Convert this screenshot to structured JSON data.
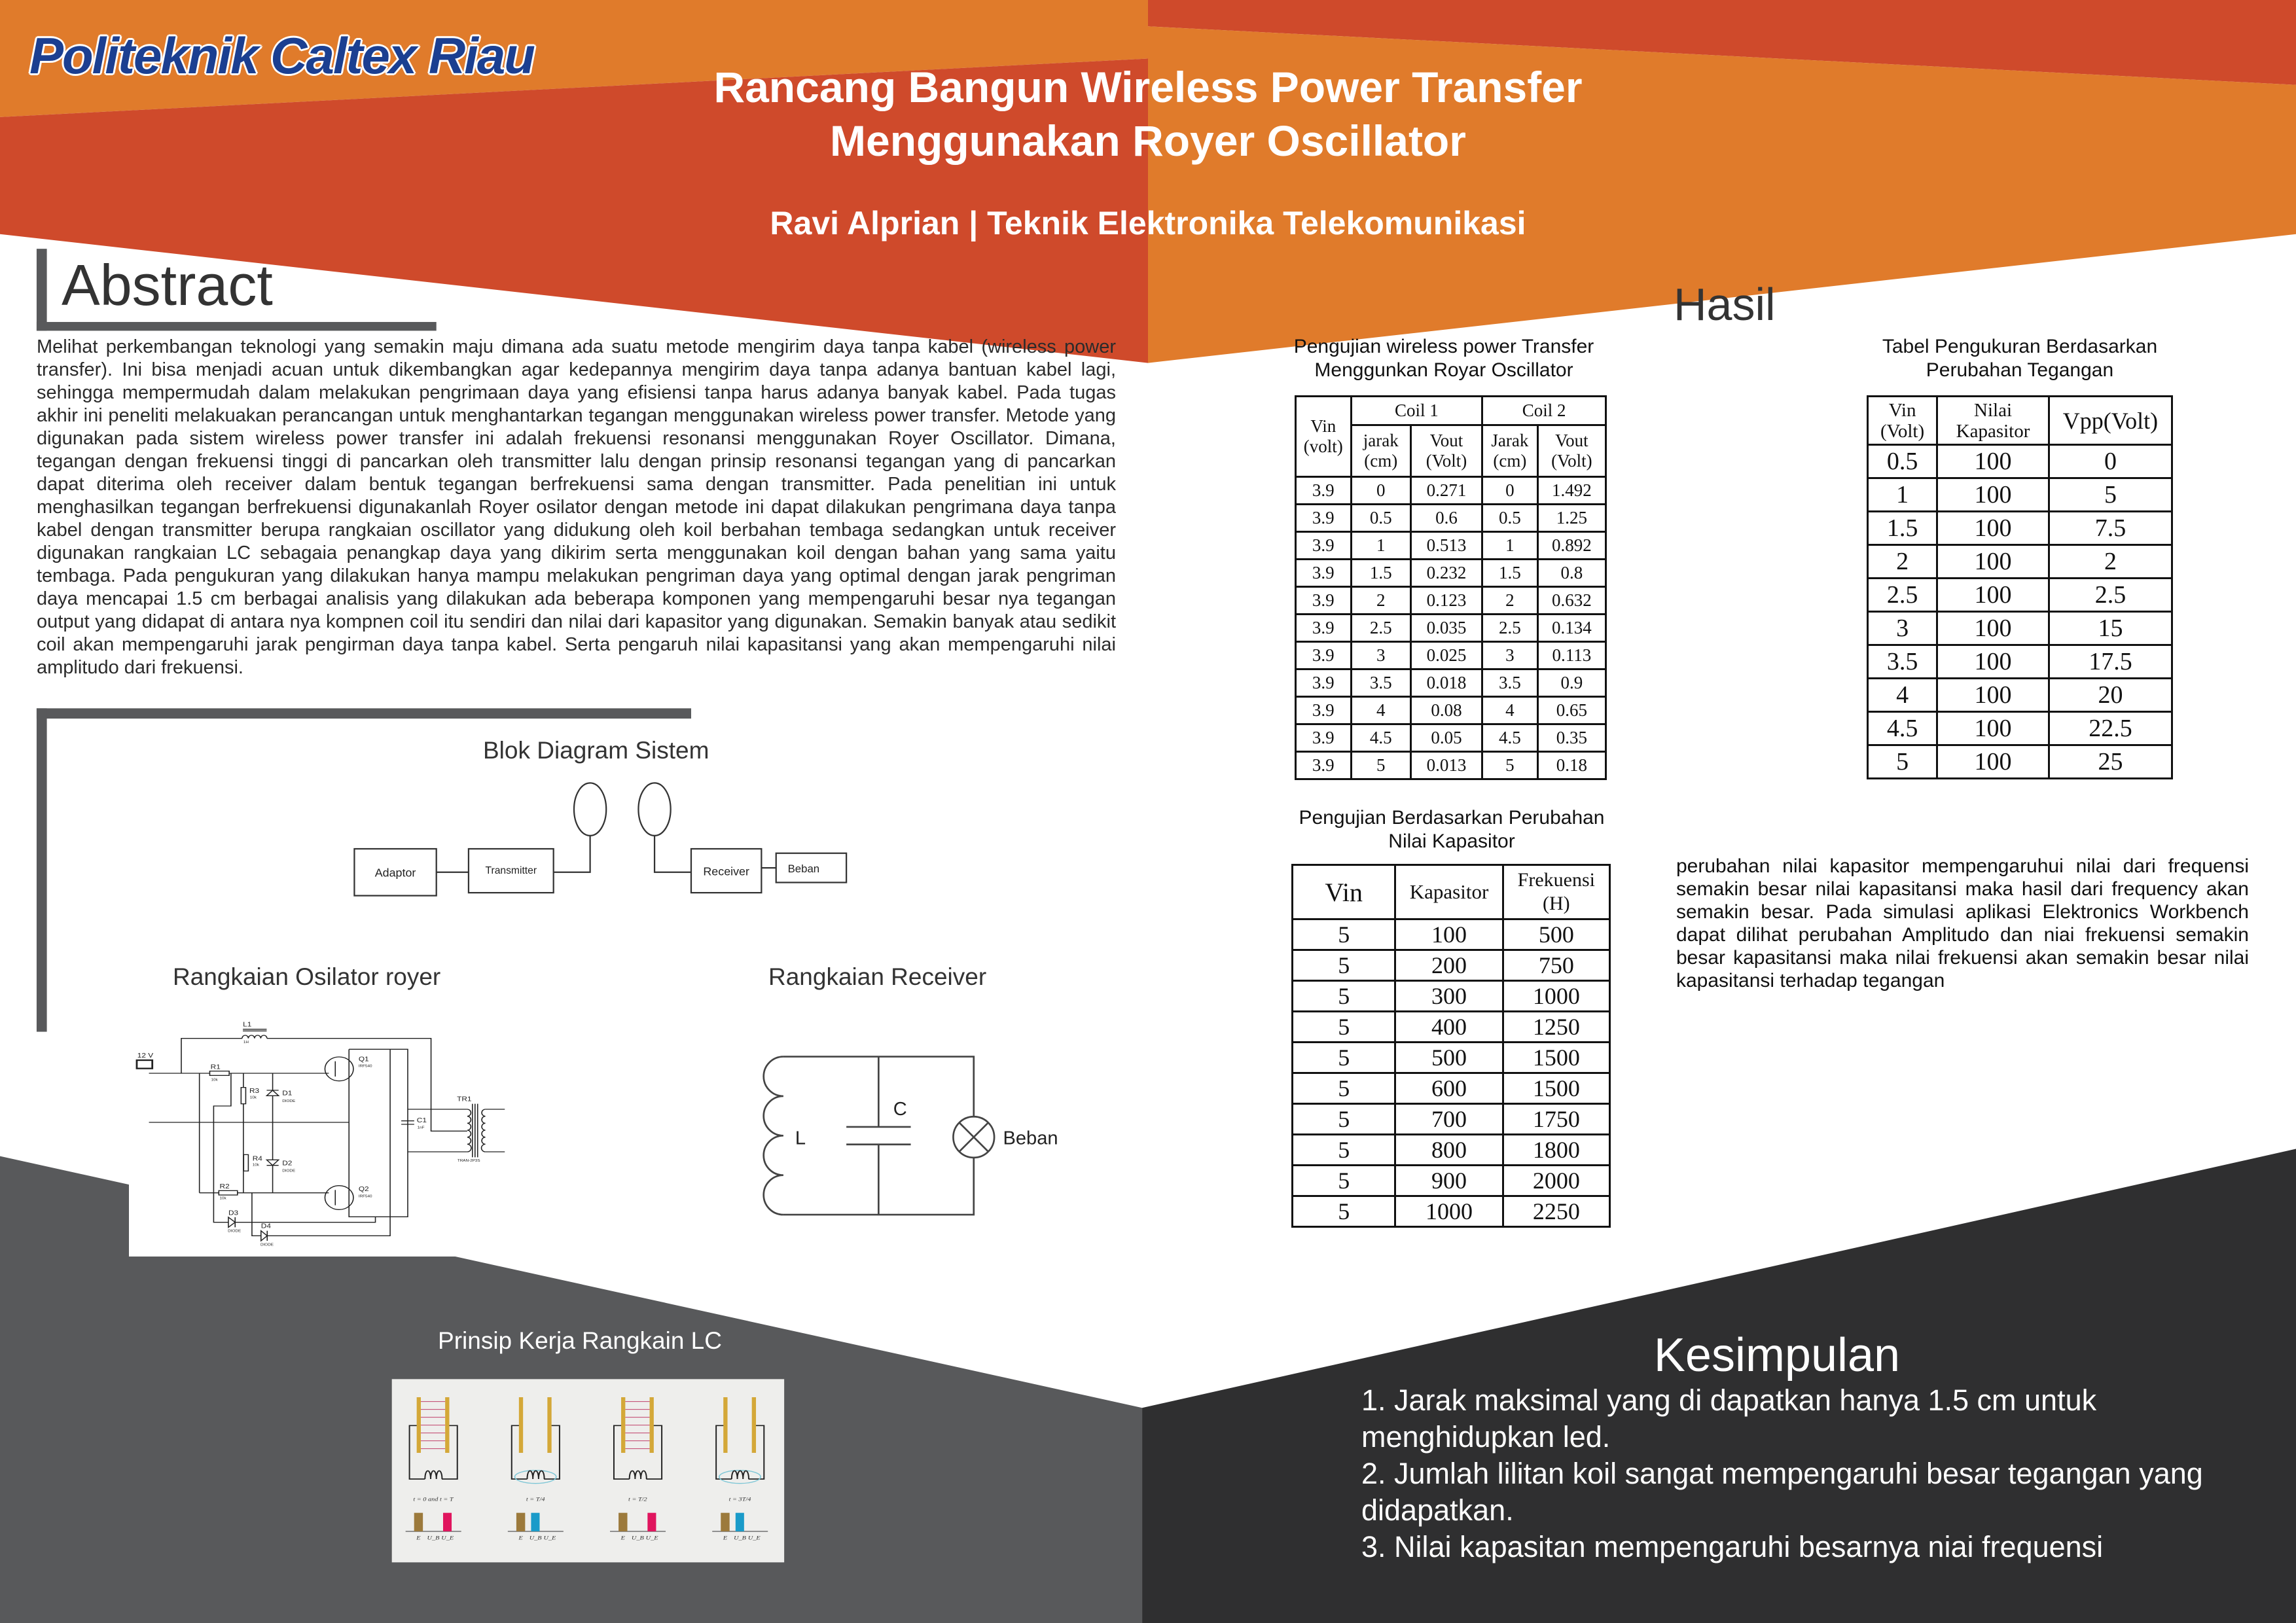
{
  "header": {
    "logo": "Politeknik Caltex Riau",
    "title_line1": "Rancang Bangun Wireless Power Transfer",
    "title_line2": "Menggunakan Royer Oscillator",
    "author": "Ravi Alprian | Teknik Elektronika Telekomunikasi"
  },
  "colors": {
    "orange": "#e07b2b",
    "red": "#cf4a2b",
    "gray": "#58595b",
    "dark": "#2f2f30",
    "logo_blue": "#1b3f91"
  },
  "abstract": {
    "heading": "Abstract",
    "text": "Melihat perkembangan teknologi yang semakin maju dimana ada suatu metode mengirim daya tanpa kabel (wireless power transfer). Ini bisa menjadi acuan untuk dikembangkan agar kedepannya mengirim daya tanpa adanya bantuan kabel lagi, sehingga mempermudah dalam melakukan pengrimaan daya yang efisiensi tanpa harus adanya banyak kabel. Pada tugas akhir  ini peneliti melakuakan perancangan untuk menghantarkan tegangan menggunakan wireless power transfer. Metode yang digunakan pada sistem wireless power transfer ini adalah frekuensi resonansi menggunakan Royer Oscillator. Dimana, tegangan dengan frekuensi tinggi di pancarkan oleh transmitter lalu dengan prinsip resonansi tegangan yang di pancarkan dapat diterima oleh receiver dalam bentuk tegangan berfrekuensi sama dengan transmitter. Pada penelitian ini untuk menghasilkan tegangan berfrekuensi digunakanlah Royer osilator dengan metode ini dapat dilakukan pengrimana daya tanpa kabel dengan transmitter berupa rangkaian oscillator yang didukung oleh koil berbahan tembaga sedangkan untuk receiver digunakan rangkaian LC sebagaia penangkap daya yang dikirim serta menggunakan koil dengan bahan yang sama yaitu tembaga. Pada pengukuran yang dilakukan  hanya mampu melakukan pengriman daya yang optimal dengan jarak pengriman daya mencapai 1.5 cm berbagai analisis yang dilakukan ada beberapa komponen yang mempengaruhi besar nya tegangan output yang didapat di antara nya kompnen coil itu sendiri dan nilai dari kapasitor yang digunakan. Semakin banyak atau sedikit coil akan mempengaruhi jarak pengirman daya tanpa kabel. Serta pengaruh nilai kapasitansi yang akan mempengaruhi nilai amplitudo dari frekuensi."
  },
  "block_diagram": {
    "title": "Blok Diagram Sistem",
    "blocks": [
      "Adaptor",
      "Transmitter",
      "Receiver",
      "Beban"
    ]
  },
  "oscillator": {
    "title": "Rangkaian Osilator royer",
    "labels": {
      "supply": "12 V",
      "l1": "L1",
      "l1_val": "1H",
      "r1": "R1",
      "r2": "R2",
      "r3": "R3",
      "r4": "R4",
      "r_val": "10k",
      "d1": "D1",
      "d2": "D2",
      "d3": "D3",
      "d4": "D4",
      "diode": "DIODE",
      "q1": "Q1",
      "q2": "Q2",
      "q_val": "IRF540",
      "c1": "C1",
      "c1_val": "1nF",
      "tr1": "TR1",
      "tr1_val": "TRAN-2P3S"
    }
  },
  "receiver": {
    "title": "Rangkaian Receiver",
    "labels": {
      "l": "L",
      "c": "C",
      "load": "Beban"
    }
  },
  "lc_principle": {
    "title": "Prinsip Kerja Rangkain LC",
    "captions": [
      "t = 0 and t = T",
      "t = T/4",
      "t = T/2",
      "t = 3T/4"
    ],
    "bar_labels": [
      "E",
      "U_B",
      "U_E"
    ]
  },
  "hasil": {
    "heading": "Hasil",
    "table1": {
      "caption_line1": "Pengujian wireless power Transfer",
      "caption_line2": "Menggunkan Royar Oscillator",
      "head": {
        "vin": "Vin (volt)",
        "coil1": "Coil 1",
        "coil2": "Coil 2",
        "jarak1": "jarak (cm)",
        "vout1": "Vout (Volt)",
        "jarak2": "Jarak (cm)",
        "vout2": "Vout (Volt)"
      },
      "rows": [
        [
          "3.9",
          "0",
          "0.271",
          "0",
          "1.492"
        ],
        [
          "3.9",
          "0.5",
          "0.6",
          "0.5",
          "1.25"
        ],
        [
          "3.9",
          "1",
          "0.513",
          "1",
          "0.892"
        ],
        [
          "3.9",
          "1.5",
          "0.232",
          "1.5",
          "0.8"
        ],
        [
          "3.9",
          "2",
          "0.123",
          "2",
          "0.632"
        ],
        [
          "3.9",
          "2.5",
          "0.035",
          "2.5",
          "0.134"
        ],
        [
          "3.9",
          "3",
          "0.025",
          "3",
          "0.113"
        ],
        [
          "3.9",
          "3.5",
          "0.018",
          "3.5",
          "0.9"
        ],
        [
          "3.9",
          "4",
          "0.08",
          "4",
          "0.65"
        ],
        [
          "3.9",
          "4.5",
          "0.05",
          "4.5",
          "0.35"
        ],
        [
          "3.9",
          "5",
          "0.013",
          "5",
          "0.18"
        ]
      ]
    },
    "table2": {
      "caption_line1": "Tabel Pengukuran Berdasarkan",
      "caption_line2": "Perubahan Tegangan",
      "headers": [
        "Vin (Volt)",
        "Nilai Kapasitor",
        "Vpp(Volt)"
      ],
      "rows": [
        [
          "0.5",
          "100",
          "0"
        ],
        [
          "1",
          "100",
          "5"
        ],
        [
          "1.5",
          "100",
          "7.5"
        ],
        [
          "2",
          "100",
          "2"
        ],
        [
          "2.5",
          "100",
          "2.5"
        ],
        [
          "3",
          "100",
          "15"
        ],
        [
          "3.5",
          "100",
          "17.5"
        ],
        [
          "4",
          "100",
          "20"
        ],
        [
          "4.5",
          "100",
          "22.5"
        ],
        [
          "5",
          "100",
          "25"
        ]
      ]
    },
    "table3": {
      "caption_line1": "Pengujian Berdasarkan Perubahan",
      "caption_line2": "Nilai Kapasitor",
      "headers": [
        "Vin",
        "Kapasitor",
        "Frekuensi (H)"
      ],
      "rows": [
        [
          "5",
          "100",
          "500"
        ],
        [
          "5",
          "200",
          "750"
        ],
        [
          "5",
          "300",
          "1000"
        ],
        [
          "5",
          "400",
          "1250"
        ],
        [
          "5",
          "500",
          "1500"
        ],
        [
          "5",
          "600",
          "1500"
        ],
        [
          "5",
          "700",
          "1750"
        ],
        [
          "5",
          "800",
          "1800"
        ],
        [
          "5",
          "900",
          "2000"
        ],
        [
          "5",
          "1000",
          "2250"
        ]
      ]
    },
    "paragraph": "perubahan nilai kapasitor mempengaruhui nilai dari frequensi semakin besar nilai kapasitansi maka hasil dari frequency akan semakin besar. Pada simulasi aplikasi Elektronics Workbench dapat dilihat perubahan Amplitudo dan niai frekuensi semakin besar kapasitansi maka nilai frekuensi akan semakin besar nilai kapasitansi terhadap tegangan"
  },
  "kesimpulan": {
    "heading": "Kesimpulan",
    "items": [
      "1. Jarak maksimal yang di dapatkan  hanya  1.5 cm untuk menghidupkan led.",
      "2. Jumlah lilitan koil sangat mempengaruhi  besar tegangan yang didapatkan.",
      "3. Nilai kapasitan mempengaruhi besarnya niai frequensi"
    ]
  }
}
